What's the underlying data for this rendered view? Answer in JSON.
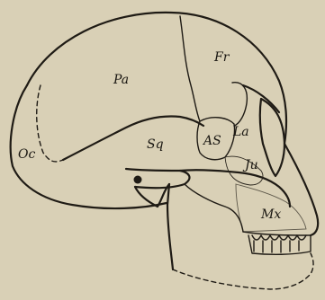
{
  "labels": {
    "pa": "Pa",
    "fr": "Fr",
    "oc": "Oc",
    "sq": "Sq",
    "as": "AS",
    "la": "La",
    "ju": "Ju",
    "mx": "Mx"
  },
  "colors": {
    "paper": "#d9d0b6",
    "ink": "#1f1b15"
  }
}
